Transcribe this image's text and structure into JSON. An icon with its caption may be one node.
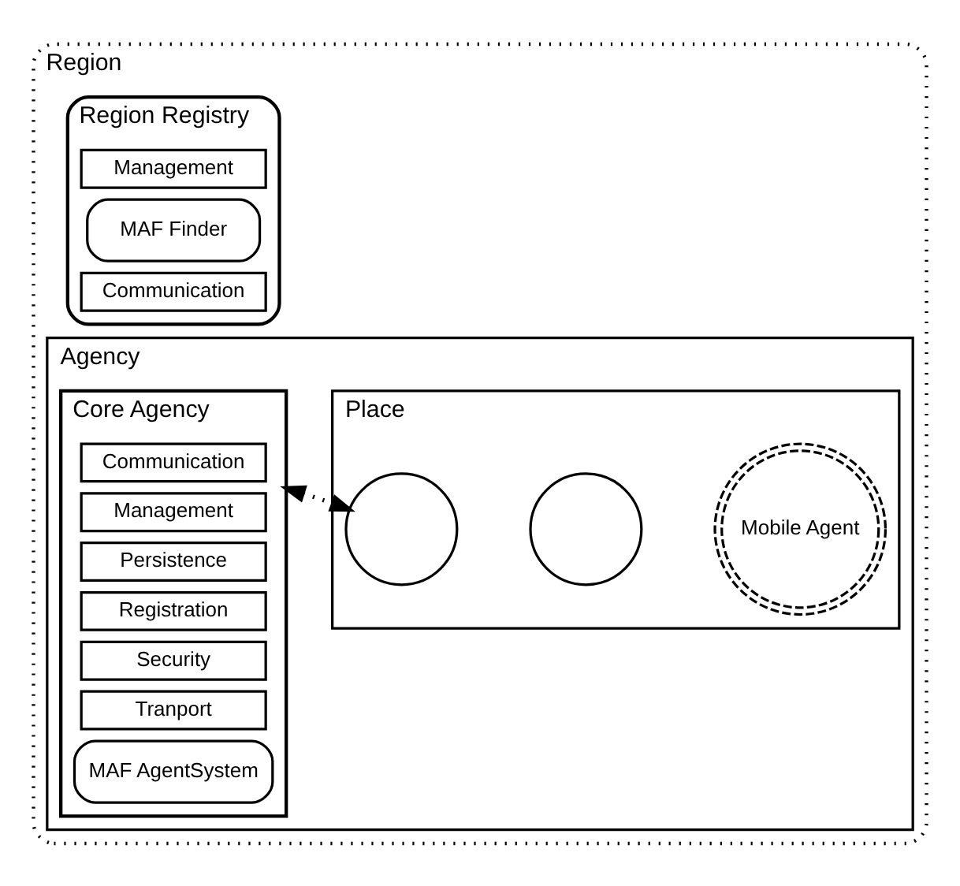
{
  "diagram": {
    "nodes": [
      {
        "text": [
          "Region"
        ]
      },
      {
        "text": [
          "Region Registry"
        ],
        "in": 0
      },
      {
        "text": [
          "Management"
        ],
        "in": 1
      },
      {
        "text": [
          "MAF Finder"
        ],
        "in": 1
      },
      {
        "text": [
          "Communication"
        ],
        "in": 1
      },
      {
        "text": [
          "Agency"
        ],
        "in": 0
      },
      {
        "text": [
          "Core Agency"
        ],
        "in": 5
      },
      {
        "text": [
          "Communication"
        ],
        "in": 6
      },
      {
        "text": [
          "Management"
        ],
        "in": 6
      },
      {
        "text": [
          "Persistence"
        ],
        "in": 6
      },
      {
        "text": [
          "Registration"
        ],
        "in": 6
      },
      {
        "text": [
          "Security"
        ],
        "in": 6
      },
      {
        "text": [
          "Tranport"
        ],
        "in": 6
      },
      {
        "text": [
          "MAF AgentSystem"
        ],
        "in": 6
      },
      {
        "text": [
          "Place"
        ],
        "in": 5
      },
      {
        "text": [],
        "shape": "circle",
        "in": 14
      },
      {
        "text": [],
        "shape": "circle",
        "in": 14
      },
      {
        "text": [
          "Mobile Agent"
        ],
        "in": 14
      }
    ],
    "edges": [
      {
        "from": 6,
        "to": 15,
        "arrow": "both",
        "style": "dashed"
      }
    ]
  }
}
